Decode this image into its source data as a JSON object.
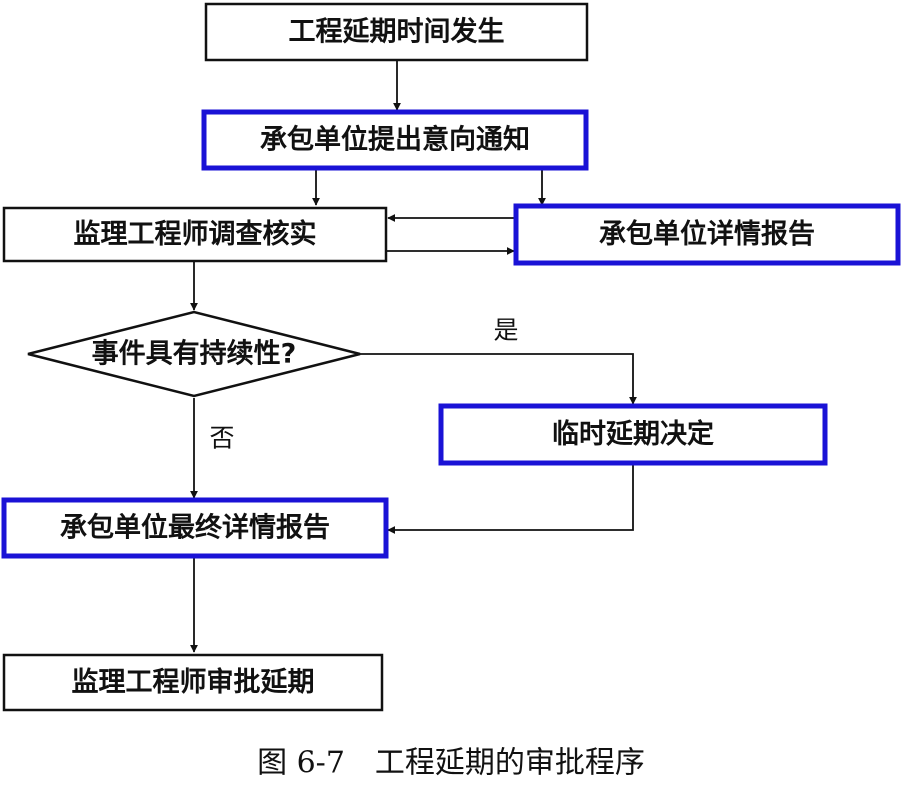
{
  "nodes": {
    "start": "工程延期时间发生",
    "notice": "承包单位提出意向通知",
    "investigate": "监理工程师调查核实",
    "detail_report": "承包单位详情报告",
    "decision": "事件具有持续性?",
    "temp_extension": "临时延期决定",
    "final_report": "承包单位最终详情报告",
    "approve": "监理工程师审批延期"
  },
  "branches": {
    "yes": "是",
    "no": "否"
  },
  "caption": "图 6-7　工程延期的审批程序",
  "colors": {
    "highlight_border": "#1a12d6",
    "normal_border": "#111111"
  }
}
